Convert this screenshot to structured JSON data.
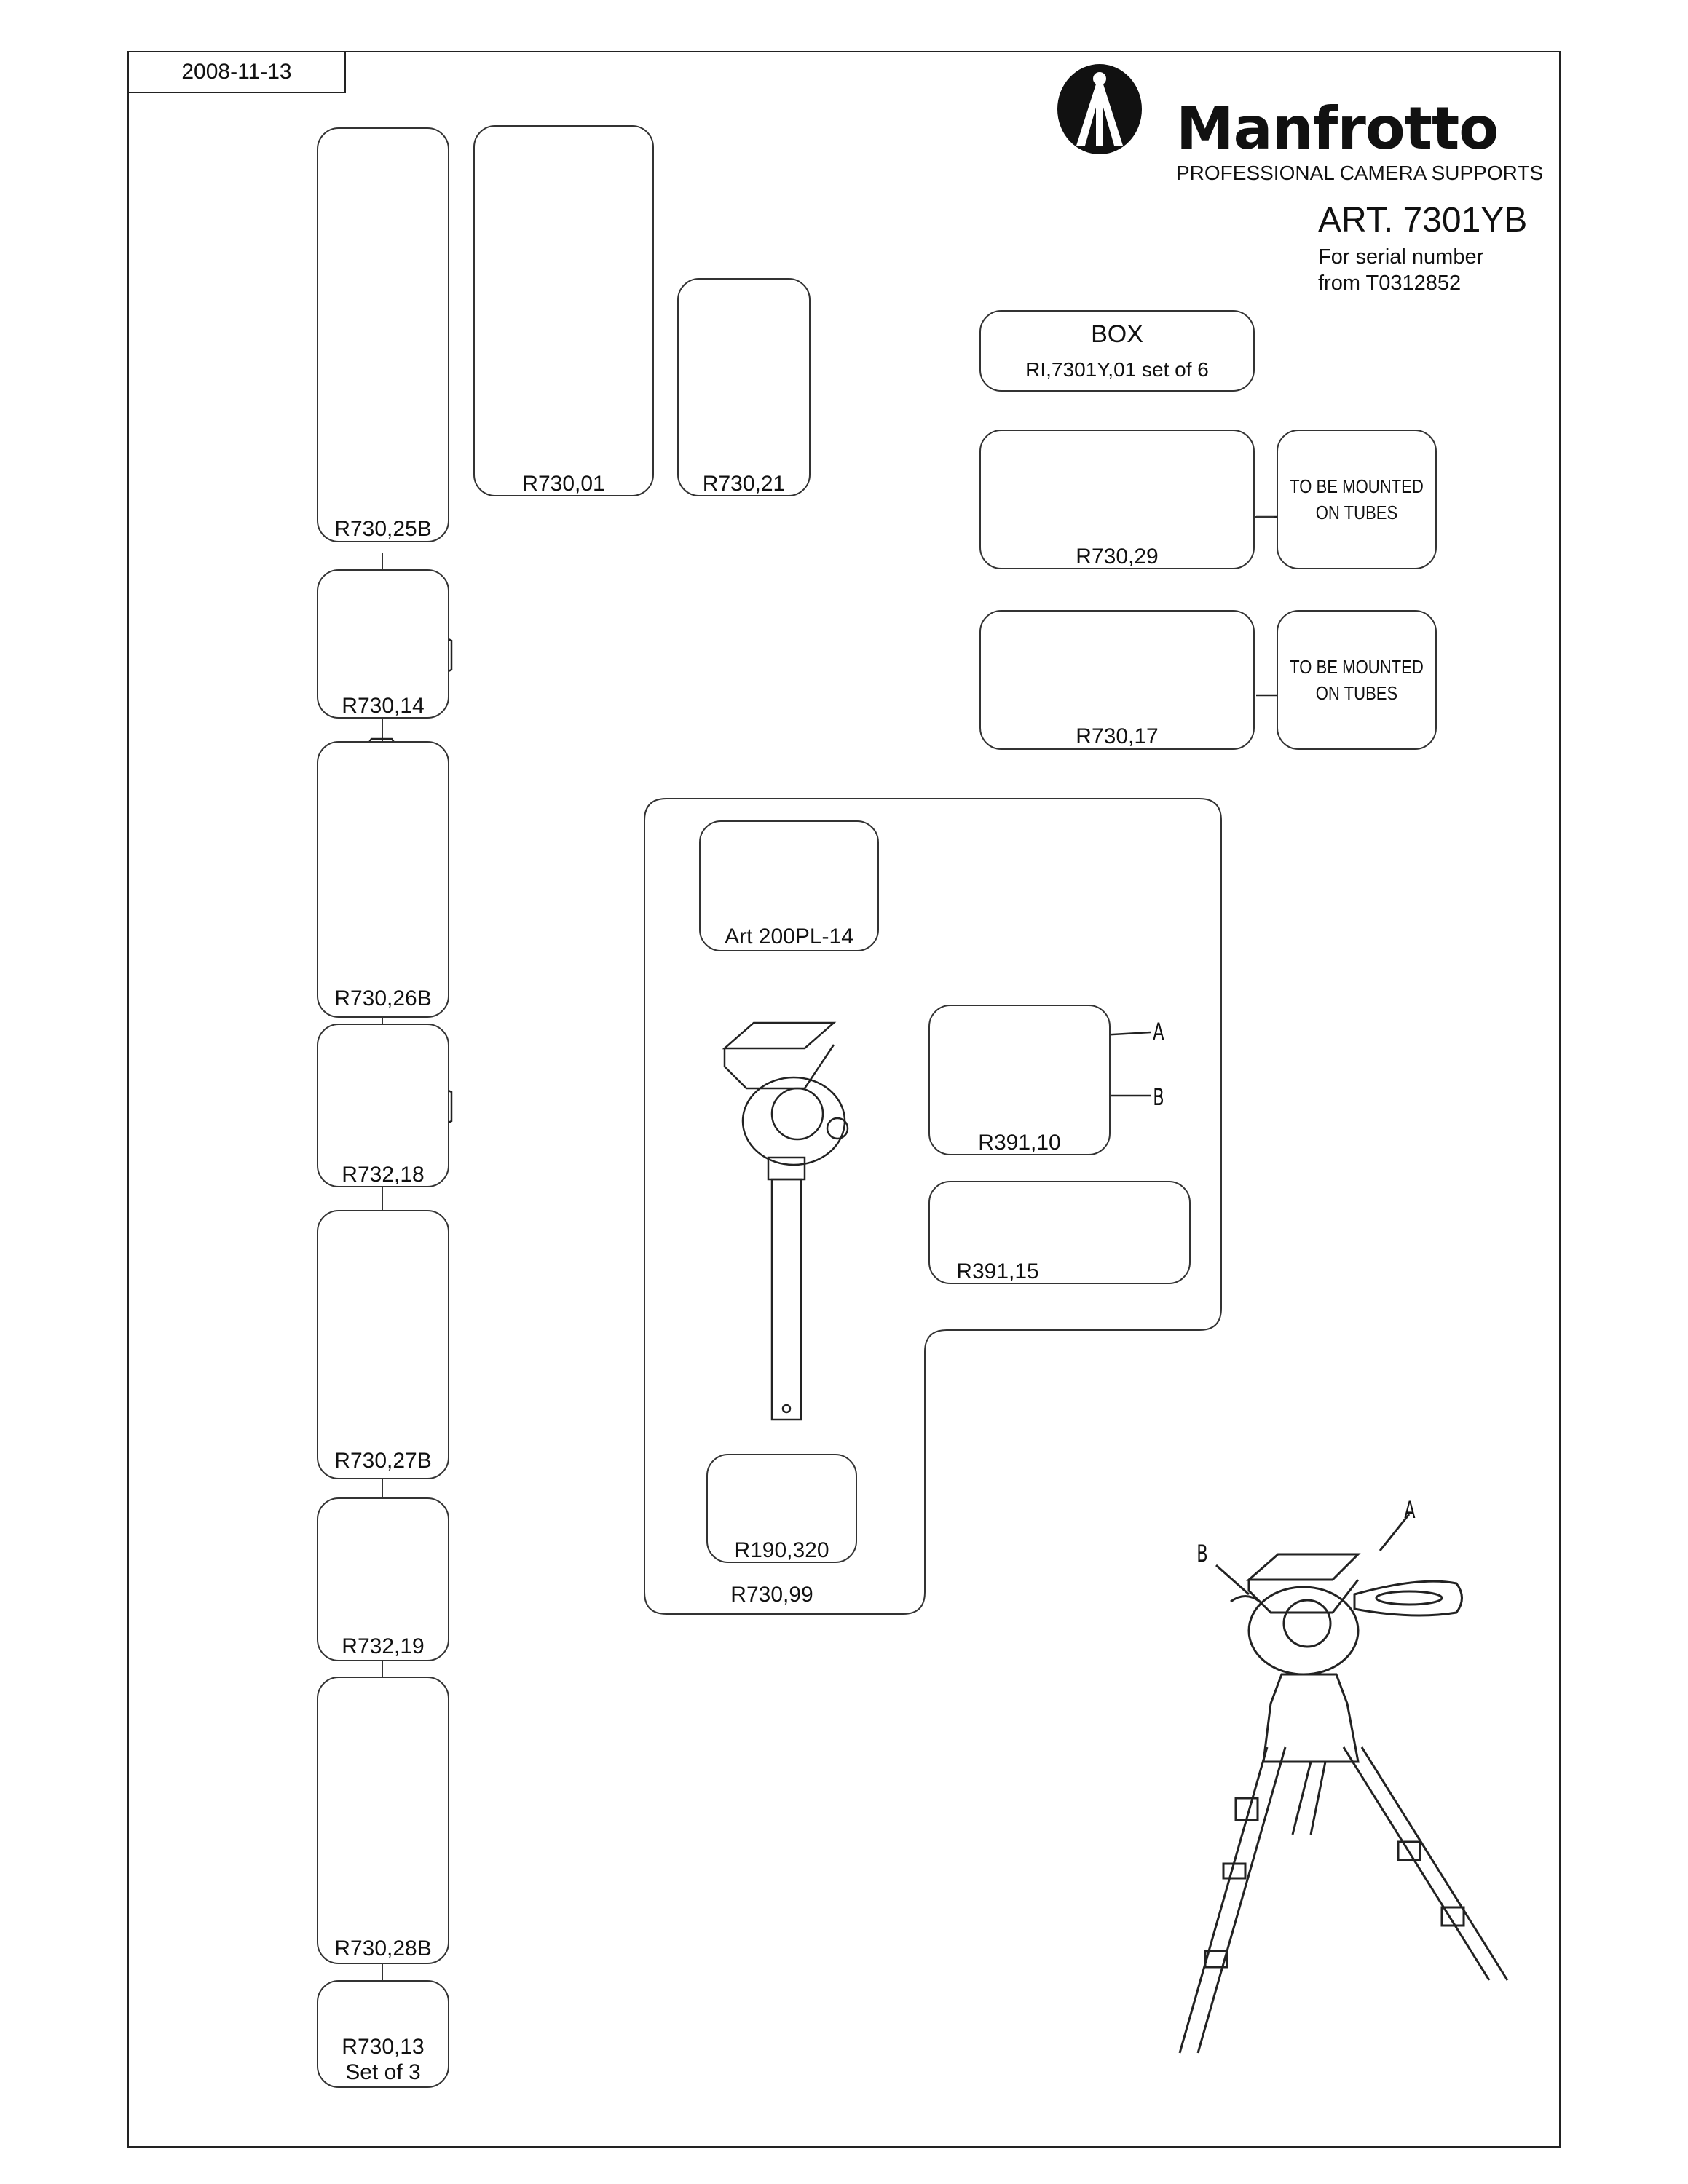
{
  "header": {
    "date": "2008-11-13",
    "brand": "Manfrotto",
    "tagline": "PROFESSIONAL CAMERA SUPPORTS",
    "article": "ART. 7301YB",
    "serial_line1": "For serial number",
    "serial_line2": "from T0312852"
  },
  "box": {
    "title": "BOX",
    "code": "RI,7301Y,01 set of 6"
  },
  "parts": {
    "r730_25b": "R730,25B",
    "r730_14": "R730,14",
    "r730_26b": "R730,26B",
    "r732_18": "R732,18",
    "r730_27b": "R730,27B",
    "r732_19": "R732,19",
    "r730_28b": "R730,28B",
    "r730_13_line1": "R730,13",
    "r730_13_line2": "Set of 3",
    "r730_01": "R730,01",
    "r730_21": "R730,21",
    "r730_29": "R730,29",
    "r730_17": "R730,17",
    "art_200pl_14": "Art 200PL-14",
    "r391_10": "R391,10",
    "r391_15": "R391,15",
    "r190_320": "R190,320",
    "r730_99": "R730,99"
  },
  "notes": {
    "mount_line1": "TO BE MOUNTED",
    "mount_line2": "ON TUBES"
  },
  "callouts": {
    "a": "A",
    "b": "B"
  },
  "icons": [
    "manfrotto-logo-icon",
    "tripod-icon"
  ]
}
